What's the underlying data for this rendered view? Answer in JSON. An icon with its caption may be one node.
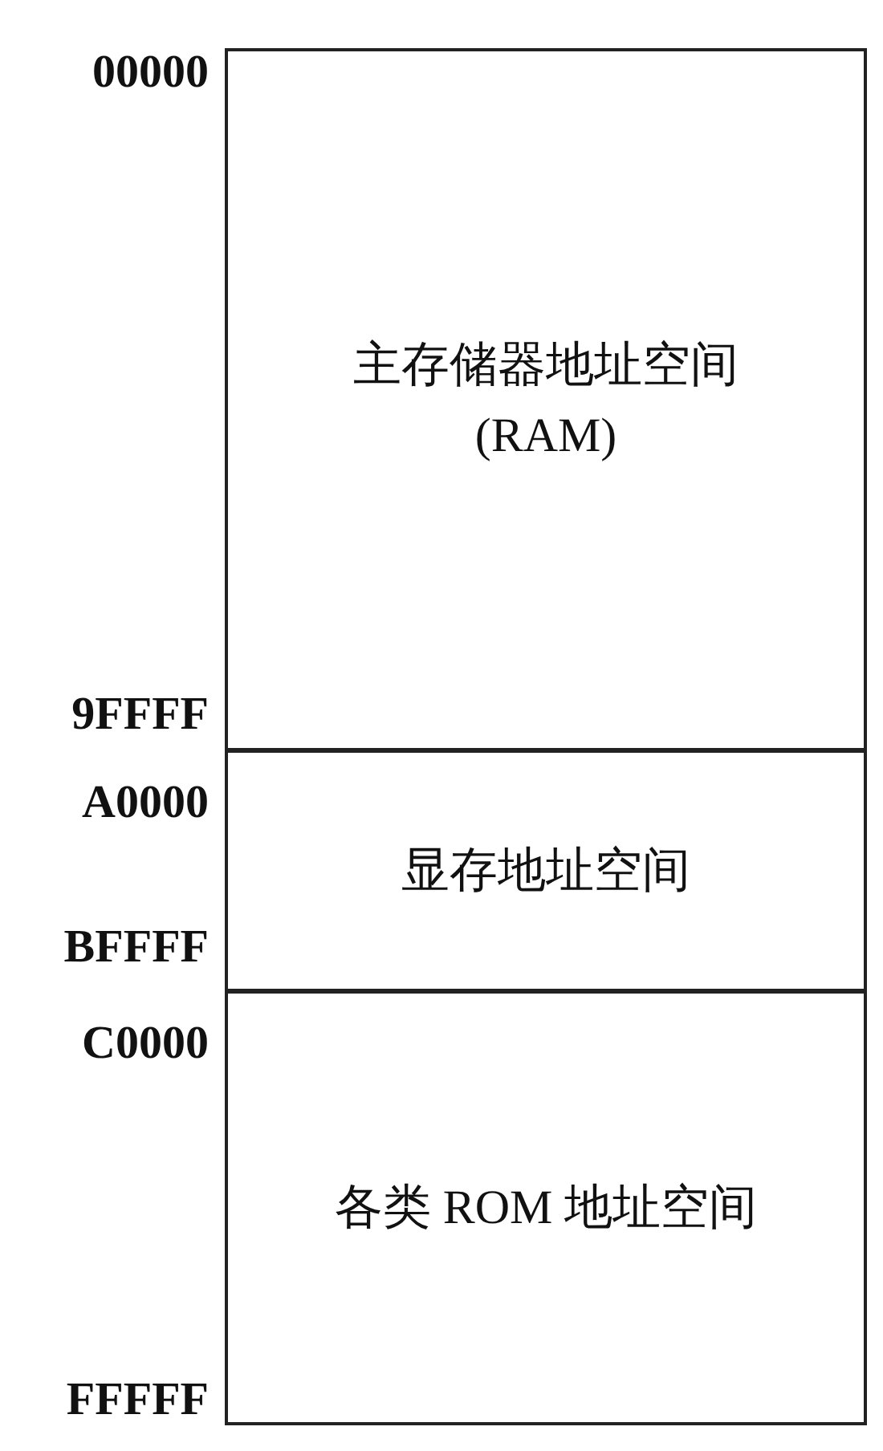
{
  "diagram": {
    "nodes": [
      {
        "text": [
          "主存储器地址空间",
          "(RAM)"
        ]
      },
      {
        "text": [
          "显存地址空间"
        ]
      },
      {
        "text": [
          "各类 ROM 地址空间"
        ]
      }
    ],
    "labels": [
      "00000",
      "9FFFF",
      "A0000",
      "BFFFF",
      "C0000",
      "FFFFF"
    ]
  }
}
